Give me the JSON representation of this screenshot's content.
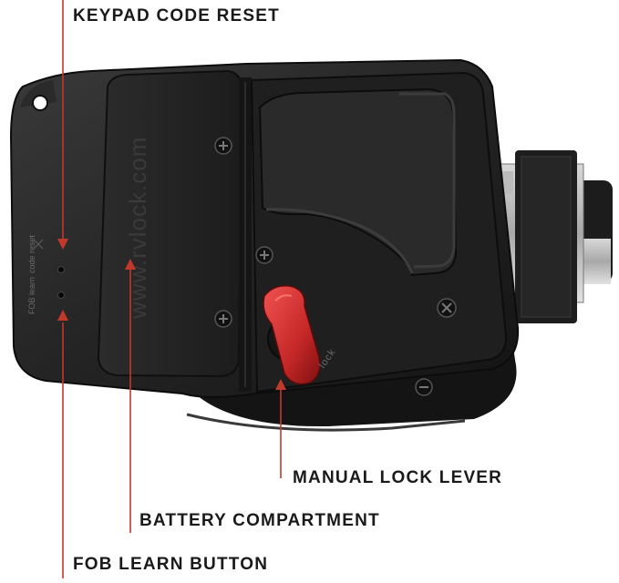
{
  "callouts": {
    "keypad_code_reset": "KEYPAD CODE RESET",
    "manual_lock_lever": "MANUAL LOCK LEVER",
    "battery_compartment": "BATTERY COMPARTMENT",
    "fob_learn_button": "FOB LEARN BUTTON"
  },
  "device": {
    "brand_text": "www.rvlock.com",
    "code_reset_label": "code reset",
    "fob_learn_label": "FOB learn",
    "lever_marking": "lock"
  },
  "colors": {
    "leader_line": "#c0392b",
    "lever": "#c62828",
    "body": "#222222"
  }
}
